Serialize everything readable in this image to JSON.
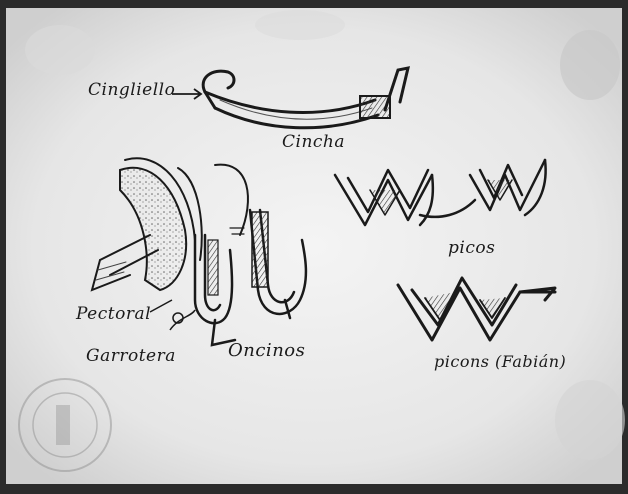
{
  "labels": {
    "cingliello": "Cingliello",
    "cincha": "Cincha",
    "picos": "picos",
    "pectoral": "Pectoral",
    "garrotera": "Garrotera",
    "oncinos": "Oncinos",
    "picons": "picons (Fabián)"
  }
}
